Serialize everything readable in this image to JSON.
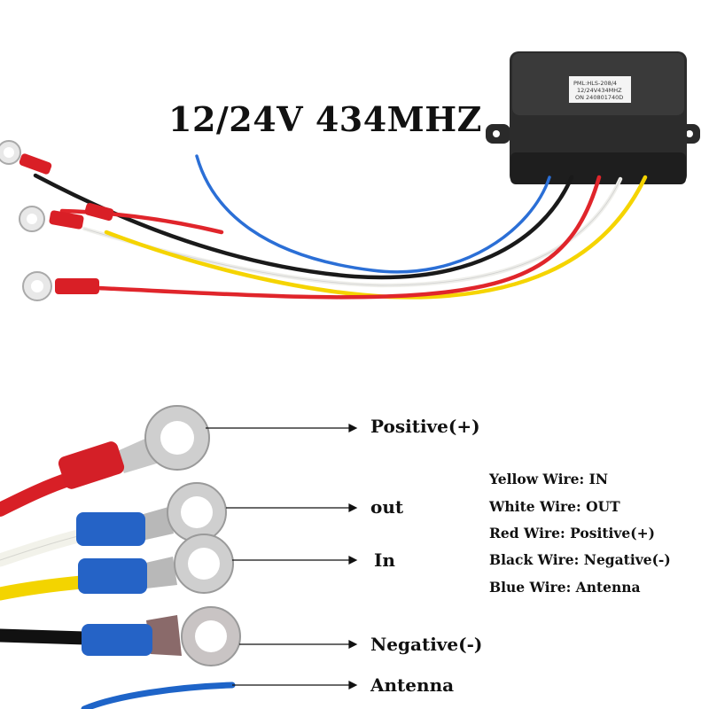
{
  "title": "12/24V 434MHZ",
  "module_label": {
    "line1": "PML:HLS-208/4",
    "line2": "12/24V434MHZ",
    "line3": "ON 240801740D"
  },
  "terminals": [
    {
      "label": "Positive(+)",
      "wire_color": "#d81f26"
    },
    {
      "label": "out",
      "wire_color": "#f2f2ea"
    },
    {
      "label": "In",
      "wire_color": "#f3d400"
    },
    {
      "label": "Negative(-)",
      "wire_color": "#111111"
    },
    {
      "label": "Antenna",
      "wire_color": "#1e64c8"
    }
  ],
  "legend": [
    "Yellow Wire: IN",
    "White Wire: OUT",
    "Red Wire: Positive(+)",
    "Black Wire: Negative(-)",
    "Blue Wire: Antenna"
  ]
}
